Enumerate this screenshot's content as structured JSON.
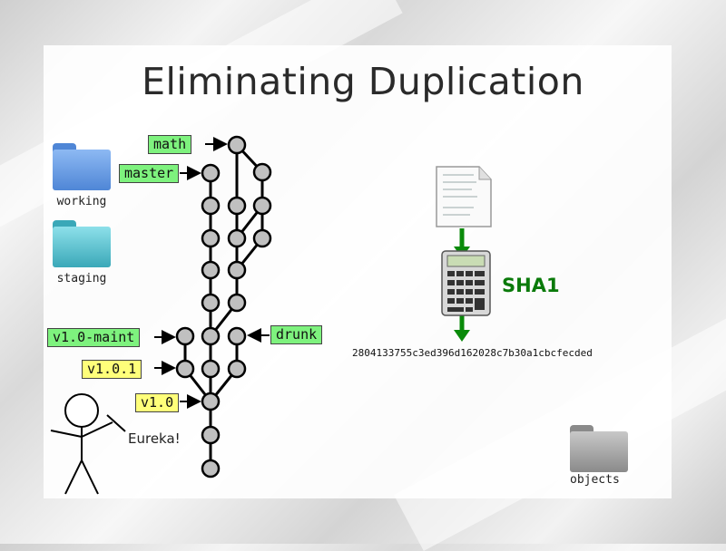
{
  "slide": {
    "title": "Eliminating Duplication"
  },
  "folders": {
    "working": "working",
    "staging": "staging",
    "objects": "objects"
  },
  "branches": {
    "math": "math",
    "master": "master",
    "v1_0_maint": "v1.0-maint",
    "v1_0_1": "v1.0.1",
    "v1_0": "v1.0",
    "drunk": "drunk"
  },
  "figure": {
    "speech": "Eureka!"
  },
  "hashing": {
    "algorithm": "SHA1",
    "hash": "2804133755c3ed396d162028c7b30a1cbcfecded"
  },
  "colors": {
    "branch_label": "#7ef27e",
    "tag_label": "#ffff7a",
    "arrow_green": "#0a8a0a",
    "commit_fill": "#c0c0c0",
    "folder_blue": "#6aa0e8",
    "folder_cyan": "#5ac2d0",
    "folder_gray": "#9a9a9a"
  }
}
